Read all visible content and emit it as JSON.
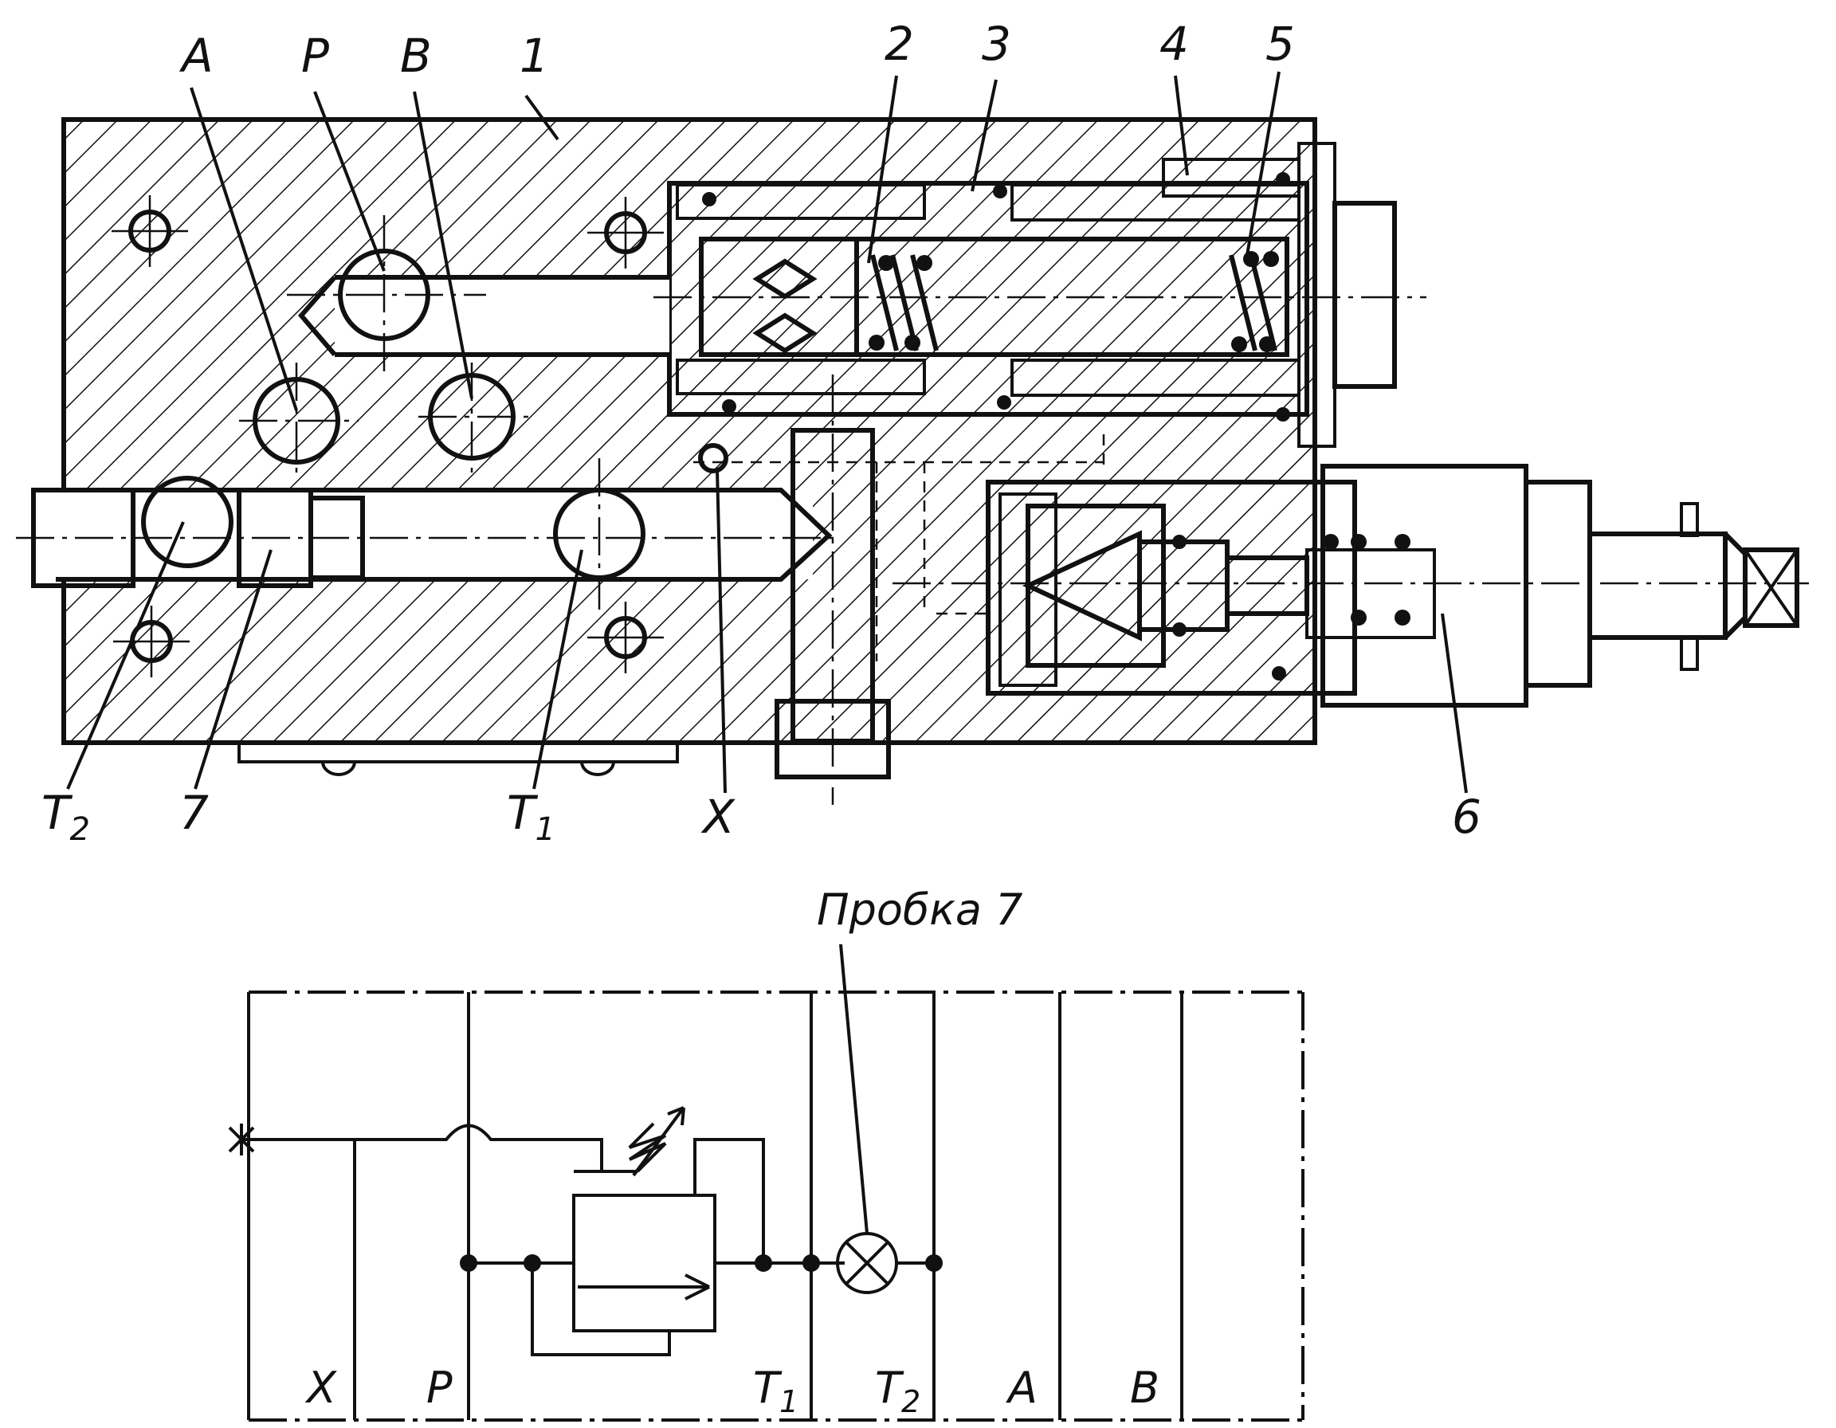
{
  "section_view": {
    "labels": {
      "A": "A",
      "P": "P",
      "B": "B",
      "n1": "1",
      "n2": "2",
      "n3": "3",
      "n4": "4",
      "n5": "5",
      "T2": "T",
      "T2_sub": "2",
      "n7": "7",
      "T1": "T",
      "T1_sub": "1",
      "X": "X",
      "n6": "6"
    }
  },
  "schematic": {
    "plug_label": "Пробка 7",
    "ports": {
      "X": "X",
      "P": "P",
      "T1": "T",
      "T1_sub": "1",
      "T2": "T",
      "T2_sub": "2",
      "A": "A",
      "B": "B"
    }
  }
}
